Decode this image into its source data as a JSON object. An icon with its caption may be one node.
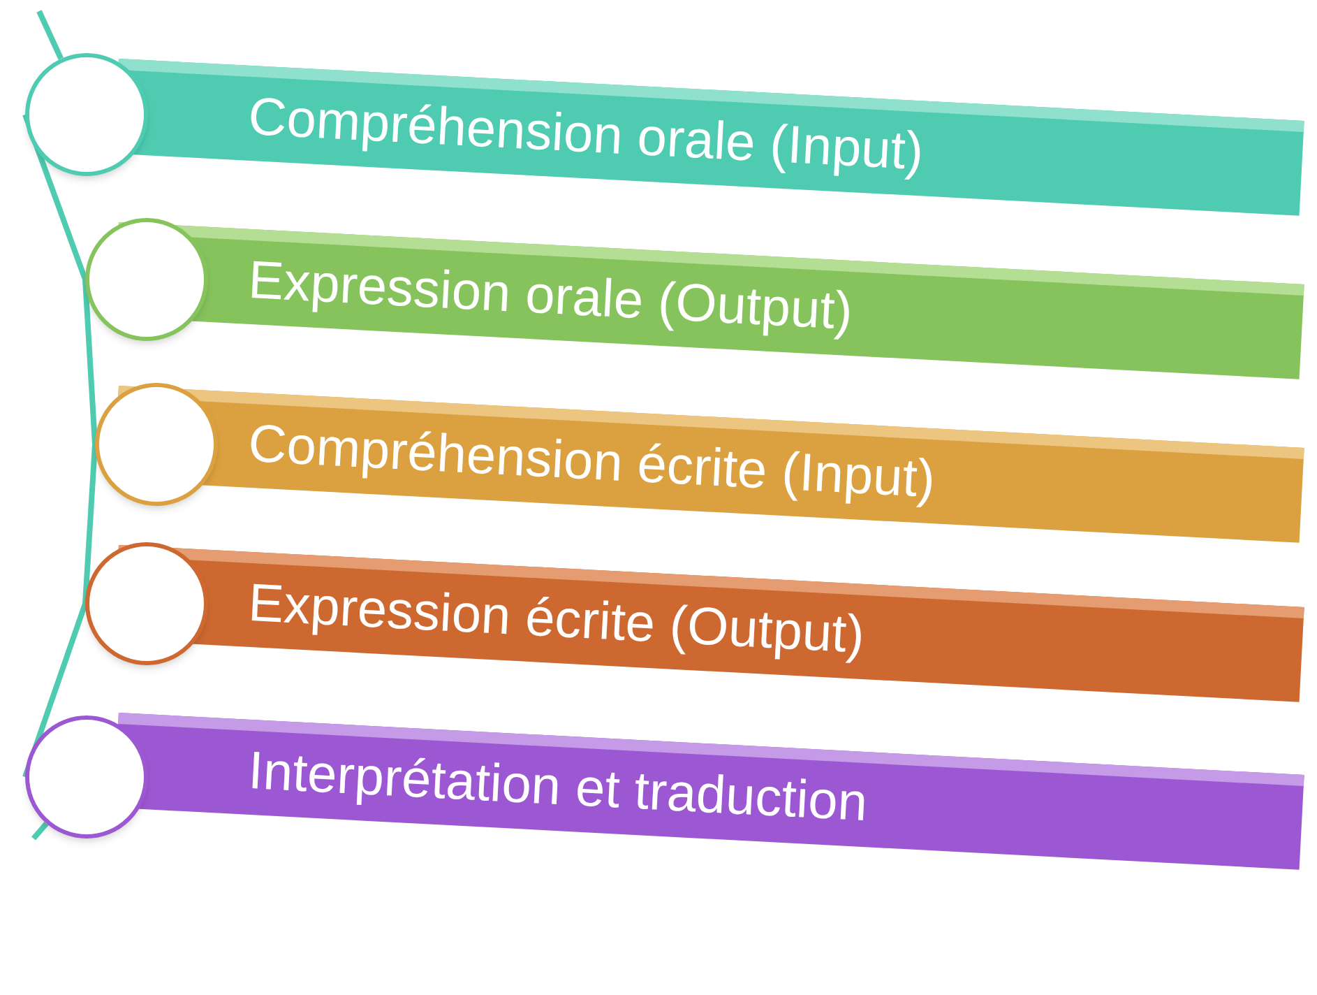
{
  "diagram": {
    "nodes": [
      {
        "text": [
          "Compréhension orale (Input)"
        ]
      },
      {
        "text": [
          "Expression orale (Output)"
        ]
      },
      {
        "text": [
          "Compréhension écrite (Input)"
        ]
      },
      {
        "text": [
          "Expression écrite (Output)"
        ]
      },
      {
        "text": [
          "Interprétation et traduction"
        ]
      },
      {
        "text": [],
        "shape": "circle"
      },
      {
        "text": [],
        "shape": "circle"
      },
      {
        "text": [],
        "shape": "circle"
      },
      {
        "text": [],
        "shape": "circle"
      },
      {
        "text": [],
        "shape": "circle"
      }
    ],
    "edges": [
      {
        "from": null,
        "to": 5,
        "arrow": "none"
      },
      {
        "from": 5,
        "to": 6,
        "arrow": "none"
      },
      {
        "from": 6,
        "to": 7,
        "arrow": "none"
      },
      {
        "from": 7,
        "to": 8,
        "arrow": "none"
      },
      {
        "from": 8,
        "to": 9,
        "arrow": "none"
      },
      {
        "from": 9,
        "to": null,
        "arrow": "none"
      }
    ]
  }
}
